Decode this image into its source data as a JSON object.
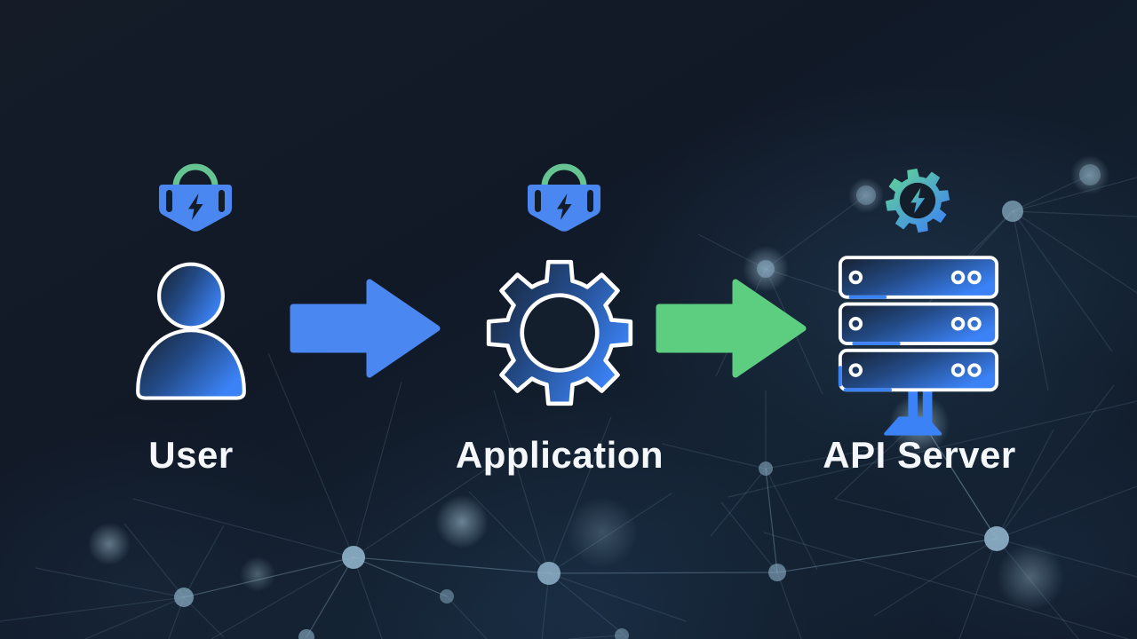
{
  "scene": {
    "description": "Flow diagram: User sends request to Application which calls API Server, on a dark plexus-network background"
  },
  "diagram": {
    "nodes": [
      {
        "id": "user",
        "label": "User",
        "icon": "person-icon",
        "badge": "lock-bolt-badge",
        "badge_desc": "blue shield padlock with green shackle and lightning bolt"
      },
      {
        "id": "application",
        "label": "Application",
        "icon": "gear-icon",
        "badge": "lock-bolt-badge",
        "badge_desc": "blue shield padlock with green shackle and lightning bolt"
      },
      {
        "id": "api-server",
        "label": "API Server",
        "icon": "server-stack-icon",
        "badge": "gear-bolt-badge",
        "badge_desc": "green-to-blue gear ring with lightning bolt"
      }
    ],
    "arrows": [
      {
        "from": "User",
        "to": "Application",
        "color": "#4a87f0",
        "direction": "right"
      },
      {
        "from": "Application",
        "to": "API Server",
        "color": "#5dcd80",
        "direction": "right"
      }
    ]
  },
  "colors": {
    "background_base": "#121a26",
    "primary_blue": "#4a87f0",
    "accent_green": "#5dcd80",
    "shackle_green": "#66c493",
    "icon_gradient_dark": "#16202e",
    "icon_gradient_blue": "#3b82f6",
    "badge_gradient_green": "#5fcf9a",
    "badge_gradient_blue": "#3f85f2",
    "mesh_line": "#9fc3dc",
    "mesh_node": "#8fb3c9",
    "label_text": "#f5f8fb"
  }
}
